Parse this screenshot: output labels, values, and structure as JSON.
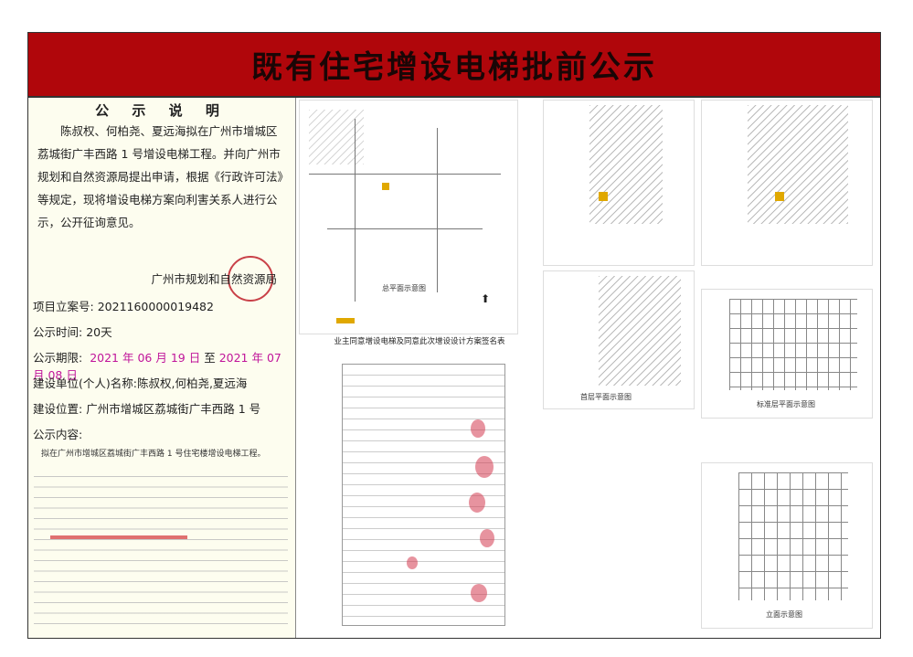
{
  "banner": {
    "title": "既有住宅增设电梯批前公示"
  },
  "notice": {
    "heading": "公 示 说 明",
    "body": "陈叔权、何柏尧、夏远海拟在广州市增城区荔城街广丰西路 1 号增设电梯工程。并向广州市规划和自然资源局提出申请，根据《行政许可法》等规定，现将增设电梯方案向利害关系人进行公示，公开征询意见。",
    "authority": "广州市规划和自然资源局",
    "project_no_label": "项目立案号:",
    "project_no": "2021160000019482",
    "duration_label": "公示时间:",
    "duration": "20天",
    "period_label": "公示期限:",
    "period_start": "2021 年 06 月 19 日",
    "period_to": "至",
    "period_end": "2021 年 07 月 08 日",
    "applicant_label": "建设单位(个人)名称:",
    "applicant": "陈叔权,何柏尧,夏远海",
    "location_label": "建设位置:",
    "location": "广州市增城区荔城街广丰西路 1 号",
    "content_label": "公示内容:",
    "content": "拟在广州市增城区荔城街广丰西路 1 号住宅楼增设电梯工程。"
  },
  "drawings": {
    "site_plan_caption": "总平面示意图",
    "signature_table_title": "业主同意增设电梯及同意此次增设设计方案签名表",
    "plan_caption": "首层平面示意图",
    "plan2_caption": "标准层平面示意图",
    "elevation_caption": "立面示意图"
  },
  "colors": {
    "banner": "#b0060b",
    "left_panel": "#fdfdef",
    "accent_pink": "#c0149a",
    "stamp_red": "#c0202a"
  }
}
